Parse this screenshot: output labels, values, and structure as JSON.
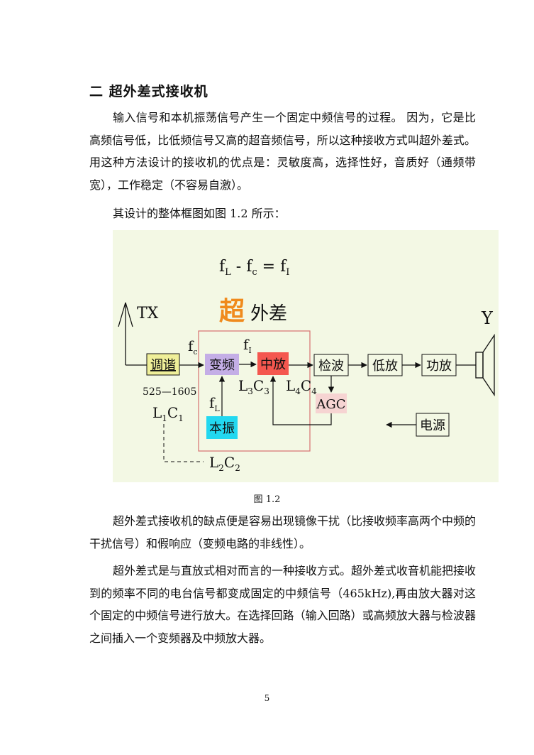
{
  "heading": "二 超外差式接收机",
  "paragraphs": {
    "p1": "输入信号和本机振荡信号产生一个固定中频信号的过程。 因为，它是比高频信号低，比低频信号又高的超音频信号，所以这种接收方式叫超外差式。用这种方法设计的接收机的优点是：灵敏度高，选择性好，音质好（通频带宽），工作稳定（不容易自激）。",
    "p2": "其设计的整体框图如图 1.2 所示：",
    "p3": "超外差式接收机的缺点便是容易出现镜像干扰（比接收频率高两个中频的干扰信号）和假响应（变频电路的非线性）。",
    "p4": "超外差式是与直放式相对而言的一种接收方式。超外差式收音机能把接收到的频率不同的电台信号都变成固定的中频信号（465kHz),再由放大器对这个固定的中频信号进行放大。在选择回路（输入回路）或高频放大器与检波器之间插入一个变频器及中频放大器。"
  },
  "diagram": {
    "formula": {
      "f": "f",
      "sub_L": "L",
      "minus": " - ",
      "sub_c": "c",
      "equals": " = ",
      "sub_I": "I"
    },
    "title_chao": "超",
    "title_rest": "外差",
    "antenna_label": "TX",
    "speaker_label": "Y",
    "range_label": "525—1605",
    "blocks": {
      "tuning": "调谐",
      "mixer": "变频",
      "if_amp": "中放",
      "detector": "检波",
      "audio_amp": "低放",
      "power_amp": "功放",
      "agc": "AGC",
      "oscillator": "本振",
      "power_supply": "电源"
    },
    "lc": {
      "L": "L",
      "C": "C",
      "n1": "1",
      "n2": "2",
      "n3": "3",
      "n4": "4"
    },
    "freq_sub": {
      "c": "c",
      "I": "I",
      "L": "L"
    },
    "colors": {
      "background": "#f3f8e4",
      "tuning_fill": "#efef99",
      "mixer_fill": "#c4aee6",
      "if_amp_fill": "#f4574f",
      "agc_fill": "#f6d4d2",
      "oscillator_fill": "#22d8f0",
      "chao_color": "#f08a1c",
      "dashed_box": "#d67070"
    }
  },
  "caption": "图 1.2",
  "page_number": "5"
}
